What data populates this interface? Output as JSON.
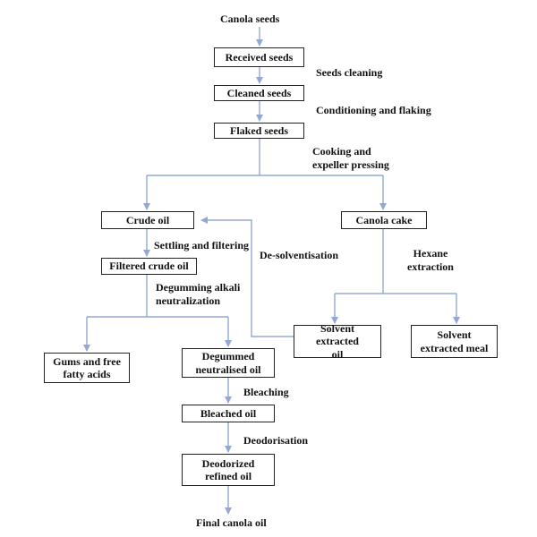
{
  "diagram": {
    "colors": {
      "arrow": "#93a8d6",
      "border": "#222222",
      "text": "#111111"
    },
    "nodes": {
      "canola_seeds": "Canola seeds",
      "received_seeds": "Received seeds",
      "cleaned_seeds": "Cleaned seeds",
      "flaked_seeds": "Flaked seeds",
      "crude_oil": "Crude oil",
      "canola_cake": "Canola cake",
      "filtered_crude_oil": "Filtered crude oil",
      "solvent_extracted_oil": "Solvent extracted\noil",
      "solvent_extracted_meal": "Solvent\nextracted meal",
      "gums_free_fatty_acids": "Gums and free\nfatty acids",
      "degummed_neutralised_oil": "Degummed\nneutralised oil",
      "bleached_oil": "Bleached oil",
      "deodorized_refined_oil": "Deodorized\nrefined oil",
      "final_canola_oil": "Final canola oil"
    },
    "steps": {
      "seeds_cleaning": "Seeds cleaning",
      "conditioning_flaking": "Conditioning and flaking",
      "cooking_expeller": "Cooking and\nexpeller pressing",
      "settling_filtering": "Settling and filtering",
      "de_solventisation": "De-solventisation",
      "hexane_extraction": "Hexane\nextraction",
      "degumming_alkali": "Degumming alkali\nneutralization",
      "bleaching": "Bleaching",
      "deodorisation": "Deodorisation"
    }
  }
}
